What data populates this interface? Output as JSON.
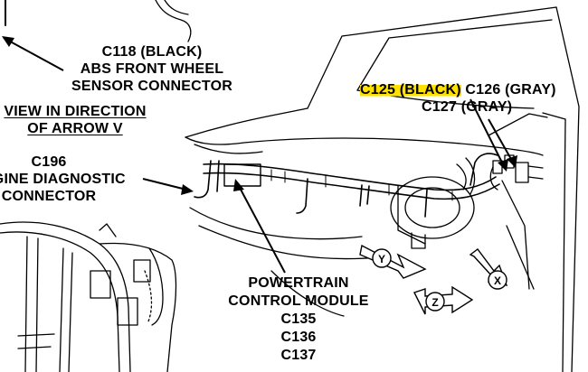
{
  "labels": {
    "c118": {
      "line1": "C118 (BLACK)",
      "line2": "ABS FRONT WHEEL",
      "line3": "SENSOR CONNECTOR"
    },
    "view": {
      "line1": "VIEW IN DIRECTION",
      "line2": "OF ARROW V"
    },
    "c196": {
      "line1": "C196",
      "line2": "ENGINE DIAGNOSTIC",
      "line3": "CONNECTOR"
    },
    "c125": {
      "highlighted": "C125 (BLACK)",
      "rest": "C126 (GRAY)",
      "line2": "C127 (GRAY)"
    },
    "pcm": {
      "line1": "POWERTRAIN",
      "line2": "CONTROL MODULE",
      "line3": "C135",
      "line4": "C136",
      "line5": "C137"
    }
  },
  "direction_arrows": {
    "y": "Y",
    "z": "Z",
    "x": "X"
  },
  "colors": {
    "highlight": "#ffe100",
    "ink": "#000000"
  }
}
